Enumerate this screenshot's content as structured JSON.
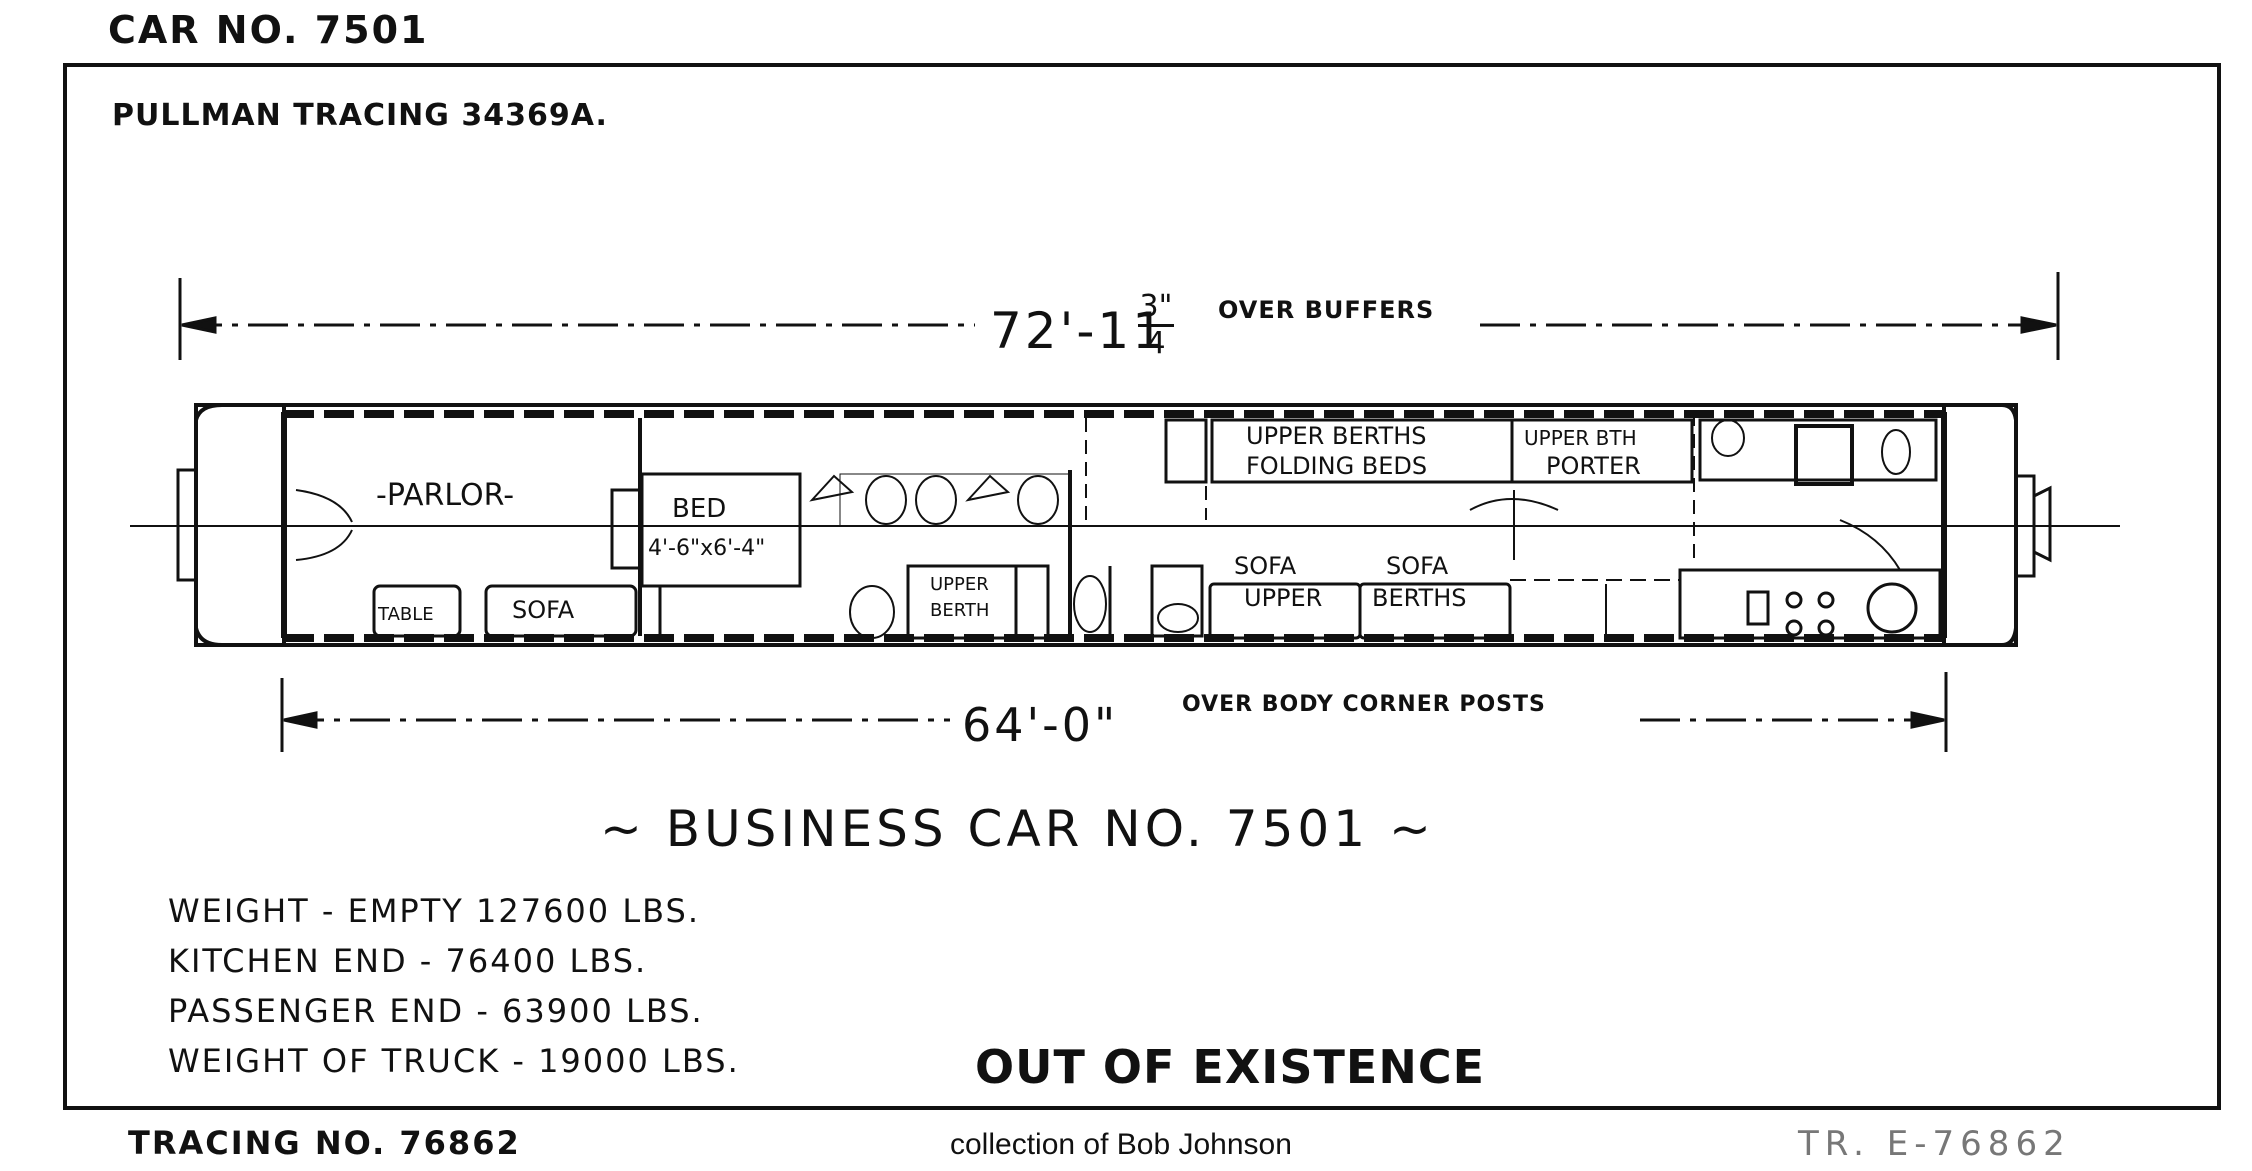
{
  "header": {
    "car_number": "CAR NO. 7501"
  },
  "drawing": {
    "tracing_reference": "PULLMAN TRACING 34369A.",
    "overall_length_main": "72'-11",
    "overall_length_fraction_num": "3\"",
    "overall_length_fraction_den": "4",
    "overall_length_note": "OVER BUFFERS",
    "body_length": "64'-0\"",
    "body_length_note": "OVER BODY CORNER POSTS",
    "rooms": {
      "parlor": "-PARLOR-",
      "bed": "BED",
      "bed_size": "4'-6\"x6'-4\"",
      "table": "TABLE",
      "sofa": "SOFA",
      "upper_berth": "UPPER BERTH",
      "upper_berths_folding": "UPPER BERTHS",
      "folding_beds": "FOLDING BEDS",
      "upper_bth": "UPPER BTH",
      "porter": "PORTER",
      "sofa_upper": "SOFA",
      "upper": "UPPER",
      "sofa_berths": "SOFA",
      "berths": "BERTHS"
    }
  },
  "title": "~ BUSINESS CAR NO. 7501 ~",
  "specs": [
    "WEIGHT - EMPTY 127600 LBS.",
    "KITCHEN END - 76400 LBS.",
    "PASSENGER END - 63900 LBS.",
    "WEIGHT OF TRUCK - 19000 LBS."
  ],
  "status": "OUT OF EXISTENCE",
  "footer": {
    "tracing_number": "TRACING NO. 76862",
    "credit": "collection of Bob Johnson",
    "tr_ref": "TR. E-76862"
  }
}
